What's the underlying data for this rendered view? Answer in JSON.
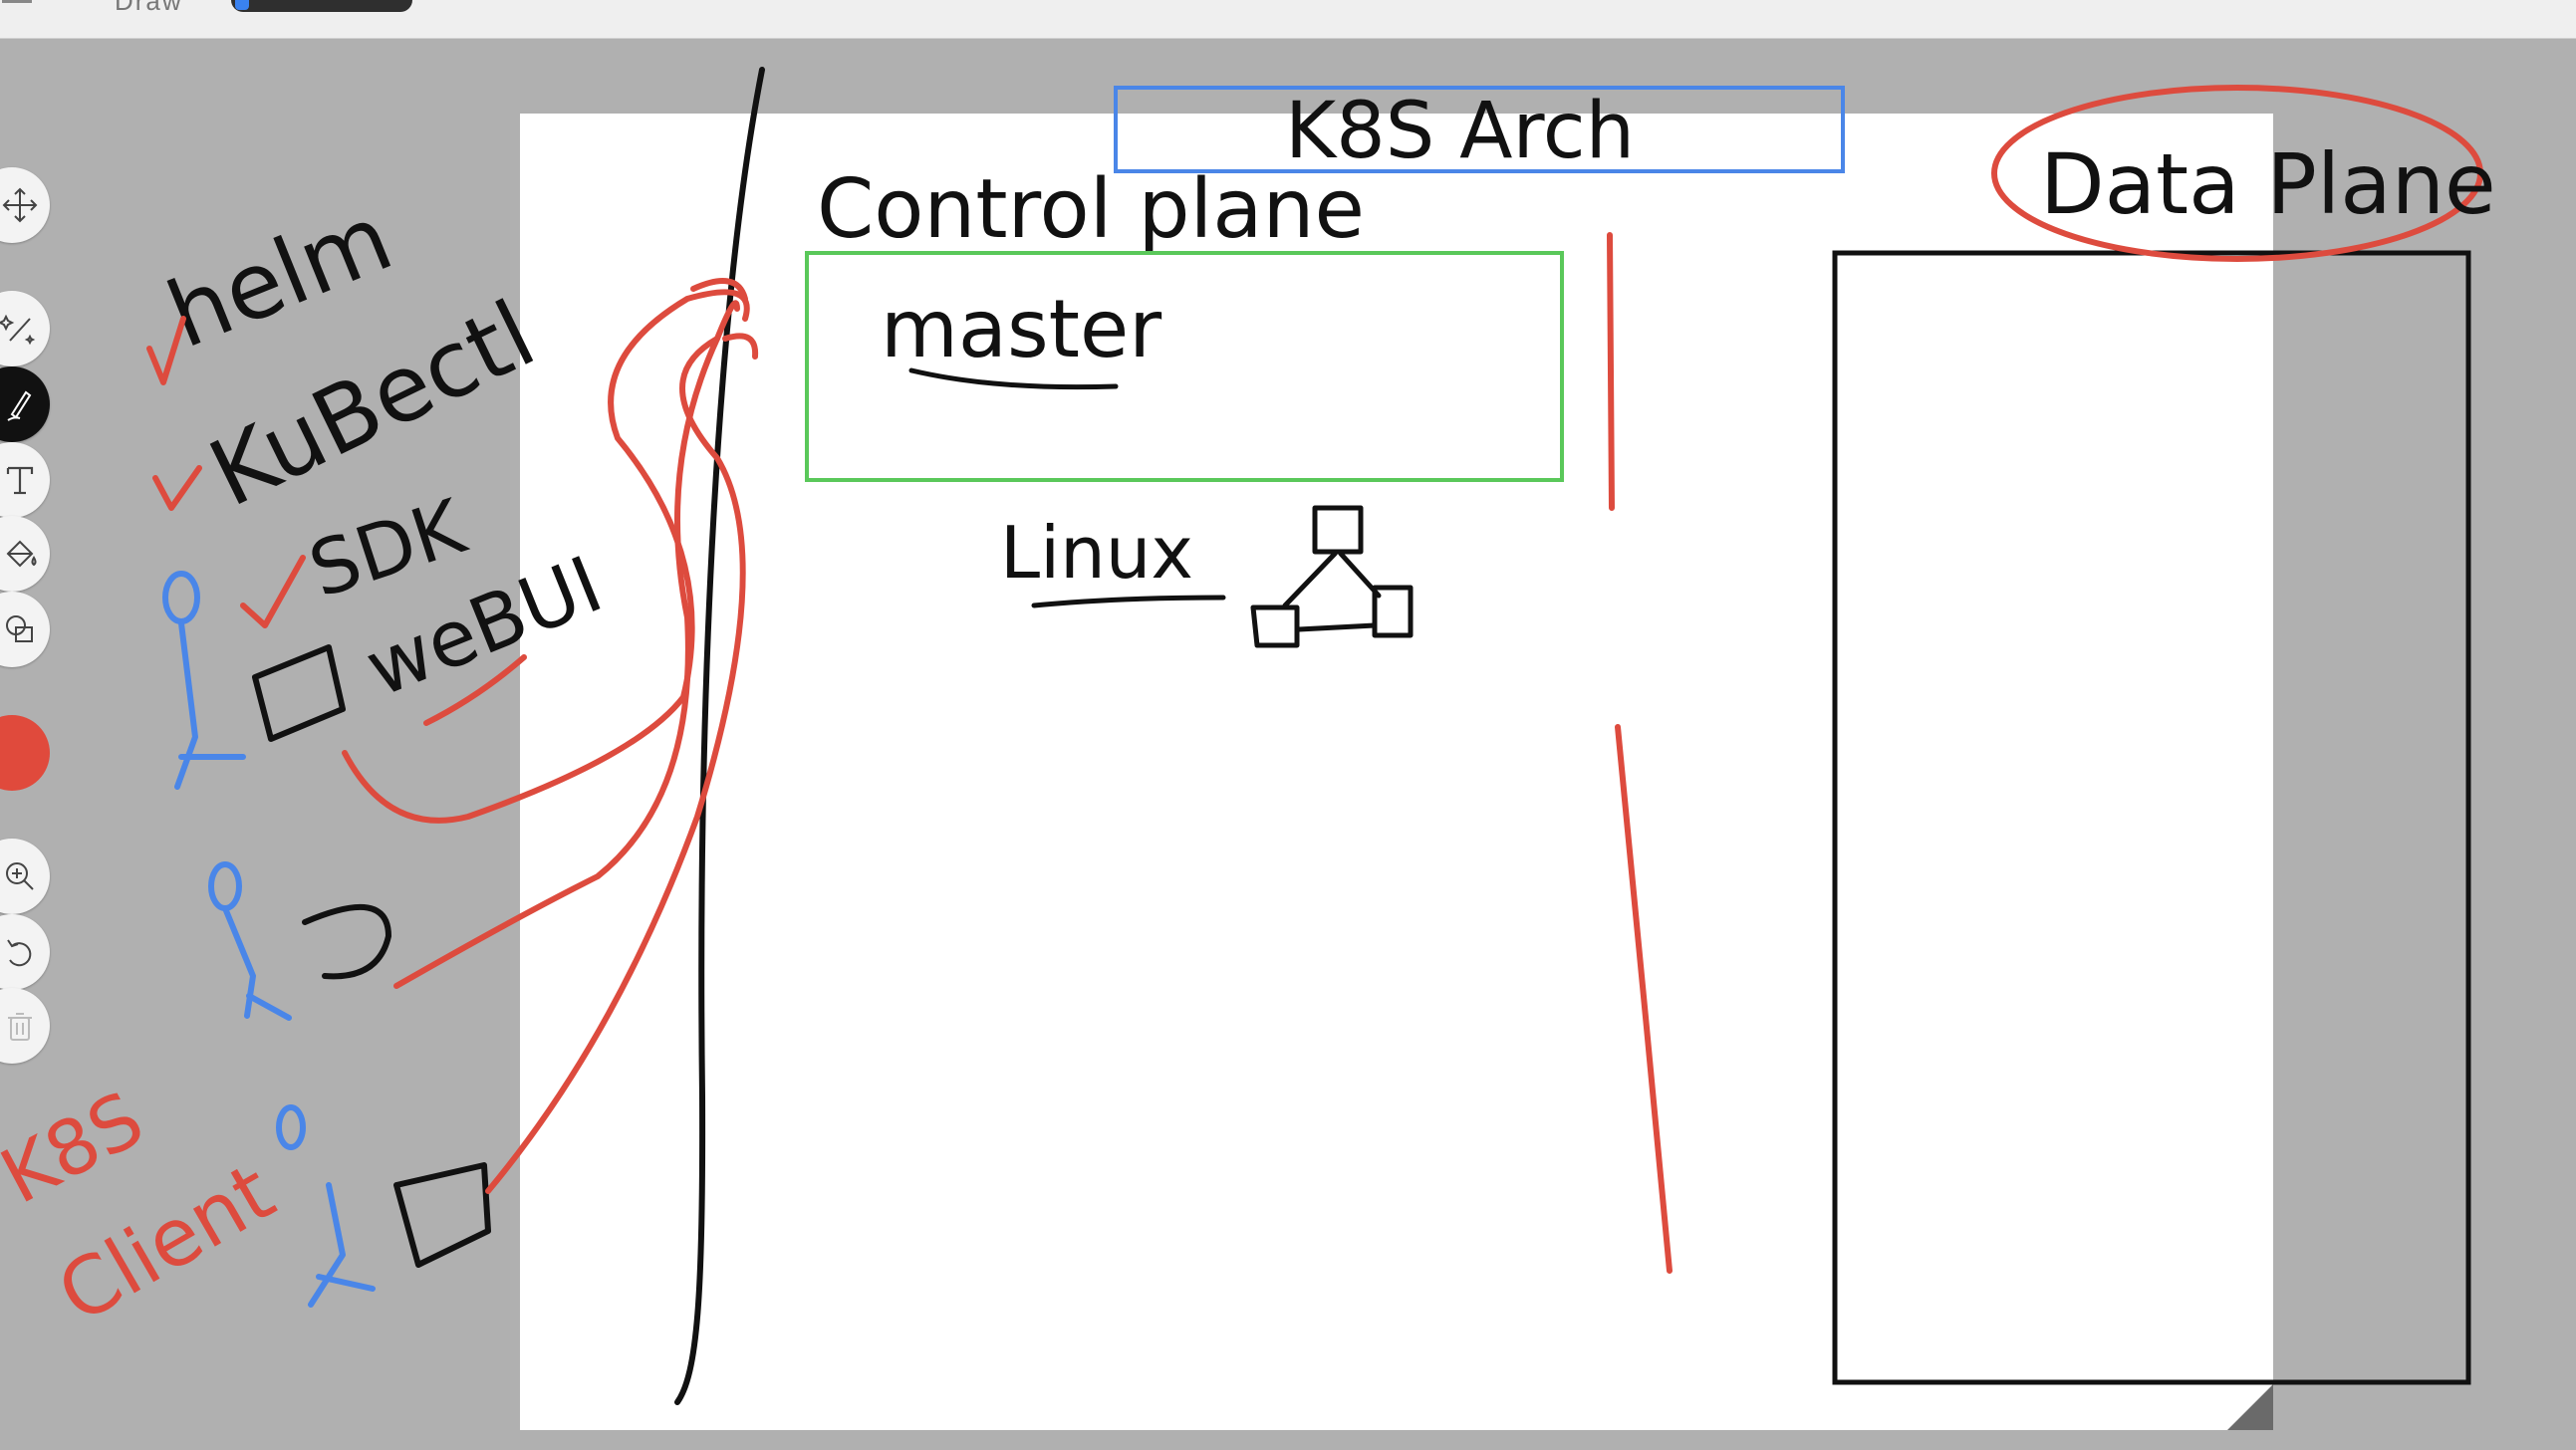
{
  "app": {
    "mode_label": "Draw"
  },
  "toolbar": {
    "tools": [
      {
        "name": "move-tool",
        "icon": "move-icon"
      },
      {
        "name": "magic-pen-tool",
        "icon": "magic-pen-icon"
      },
      {
        "name": "pen-tool",
        "icon": "pen-icon",
        "active": true
      },
      {
        "name": "text-tool",
        "icon": "text-icon"
      },
      {
        "name": "fill-tool",
        "icon": "paint-bucket-icon"
      },
      {
        "name": "shapes-tool",
        "icon": "shapes-icon"
      },
      {
        "name": "color-picker",
        "icon": "color-swatch",
        "color": "#e04a3c"
      },
      {
        "name": "zoom-tool",
        "icon": "zoom-in-icon"
      },
      {
        "name": "undo-tool",
        "icon": "undo-icon"
      },
      {
        "name": "delete-tool",
        "icon": "trash-icon",
        "disabled": true
      }
    ]
  },
  "colors": {
    "ink_black": "#111111",
    "ink_red": "#dd4b3e",
    "ink_blue": "#4a86e8",
    "box_green": "#5ac85a",
    "box_blue": "#4a86e8"
  },
  "drawing": {
    "title": "K8S Arch",
    "control_plane_label": "Control plane",
    "master_label": "master",
    "os_label": "Linux",
    "data_plane_label": "Data Plane",
    "clients": [
      "helm",
      "KuBectl",
      "SDK",
      "weBUI"
    ],
    "client_group_label": "K8S Client"
  }
}
